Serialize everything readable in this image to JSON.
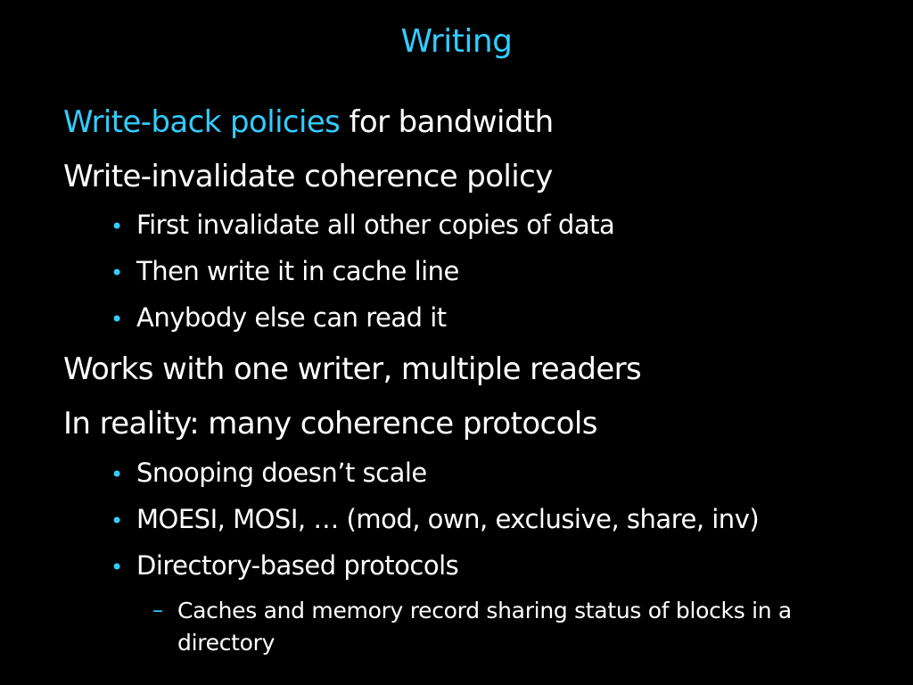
{
  "slide": {
    "title": "Writing",
    "items": [
      {
        "level": 1,
        "highlight": "Write-back policies",
        "text": " for bandwidth"
      },
      {
        "level": 1,
        "text": "Write-invalidate coherence policy"
      },
      {
        "level": 2,
        "bullet": "•",
        "text": "First invalidate all other copies of data"
      },
      {
        "level": 2,
        "bullet": "•",
        "text": "Then write it in cache line"
      },
      {
        "level": 2,
        "bullet": "•",
        "text": "Anybody else can read it"
      },
      {
        "level": 1,
        "text": "Works with one writer, multiple readers"
      },
      {
        "level": 1,
        "text": "In reality: many coherence protocols"
      },
      {
        "level": 2,
        "bullet": "•",
        "text": "Snooping doesn’t scale"
      },
      {
        "level": 2,
        "bullet": "•",
        "text": "MOESI, MOSI, … (mod, own, exclusive, share, inv)"
      },
      {
        "level": 2,
        "bullet": "•",
        "text": "Directory-based protocols"
      },
      {
        "level": 3,
        "bullet": "–",
        "text": "Caches and memory record sharing status of blocks in a"
      },
      {
        "level": 3,
        "text": "directory"
      }
    ]
  },
  "colors": {
    "background": "#000000",
    "text": "#ffffff",
    "accent": "#33ccff"
  }
}
